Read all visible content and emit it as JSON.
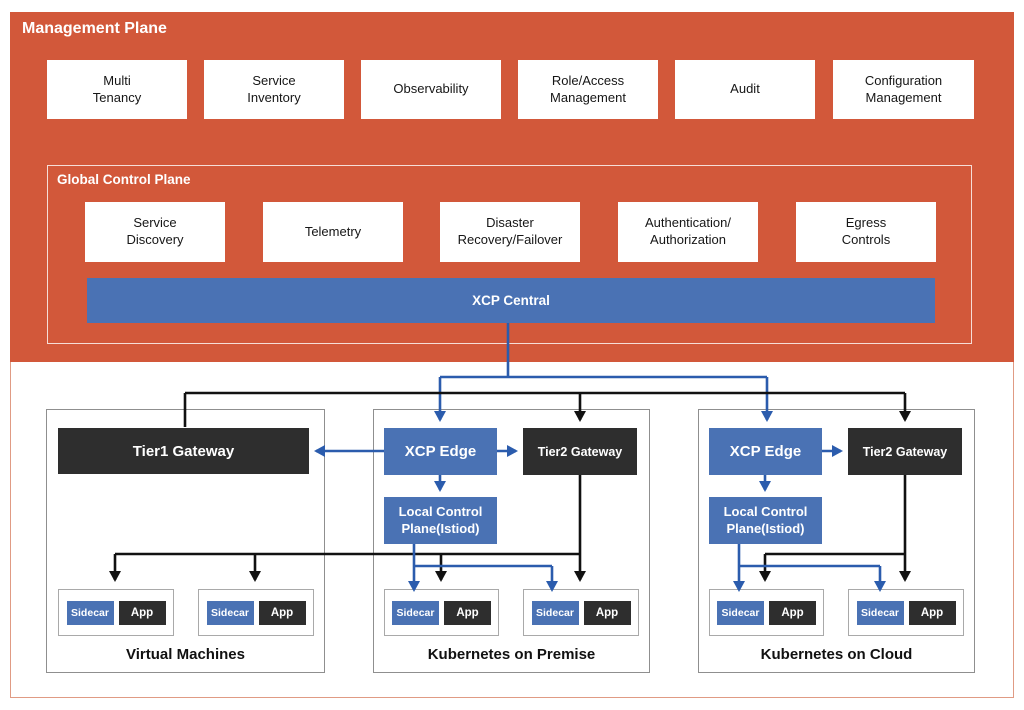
{
  "management_plane": {
    "title": "Management Plane",
    "capabilities": [
      "Multi\nTenancy",
      "Service\nInventory",
      "Observability",
      "Role/Access\nManagement",
      "Audit",
      "Configuration\nManagement"
    ],
    "global_control_plane": {
      "title": "Global Control Plane",
      "services": [
        "Service\nDiscovery",
        "Telemetry",
        "Disaster\nRecovery/Failover",
        "Authentication/\nAuthorization",
        "Egress\nControls"
      ],
      "central_label": "XCP Central"
    }
  },
  "clusters": [
    {
      "name": "Virtual Machines",
      "tier1_gateway": "Tier1 Gateway",
      "workloads": [
        {
          "sidecar": "Sidecar",
          "app": "App"
        },
        {
          "sidecar": "Sidecar",
          "app": "App"
        }
      ]
    },
    {
      "name": "Kubernetes on Premise",
      "xcp_edge": "XCP Edge",
      "tier2_gateway": "Tier2 Gateway",
      "local_control_plane": "Local Control\nPlane(Istiod)",
      "workloads": [
        {
          "sidecar": "Sidecar",
          "app": "App"
        },
        {
          "sidecar": "Sidecar",
          "app": "App"
        }
      ]
    },
    {
      "name": "Kubernetes on Cloud",
      "xcp_edge": "XCP Edge",
      "tier2_gateway": "Tier2 Gateway",
      "local_control_plane": "Local Control\nPlane(Istiod)",
      "workloads": [
        {
          "sidecar": "Sidecar",
          "app": "App"
        },
        {
          "sidecar": "Sidecar",
          "app": "App"
        }
      ]
    }
  ],
  "colors": {
    "panel_orange": "#d2583a",
    "frame_salmon": "#e09b84",
    "box_blue": "#4a72b4",
    "line_blue": "#2b5cad",
    "box_dark": "#2e2e2e",
    "line_black": "#111111"
  }
}
